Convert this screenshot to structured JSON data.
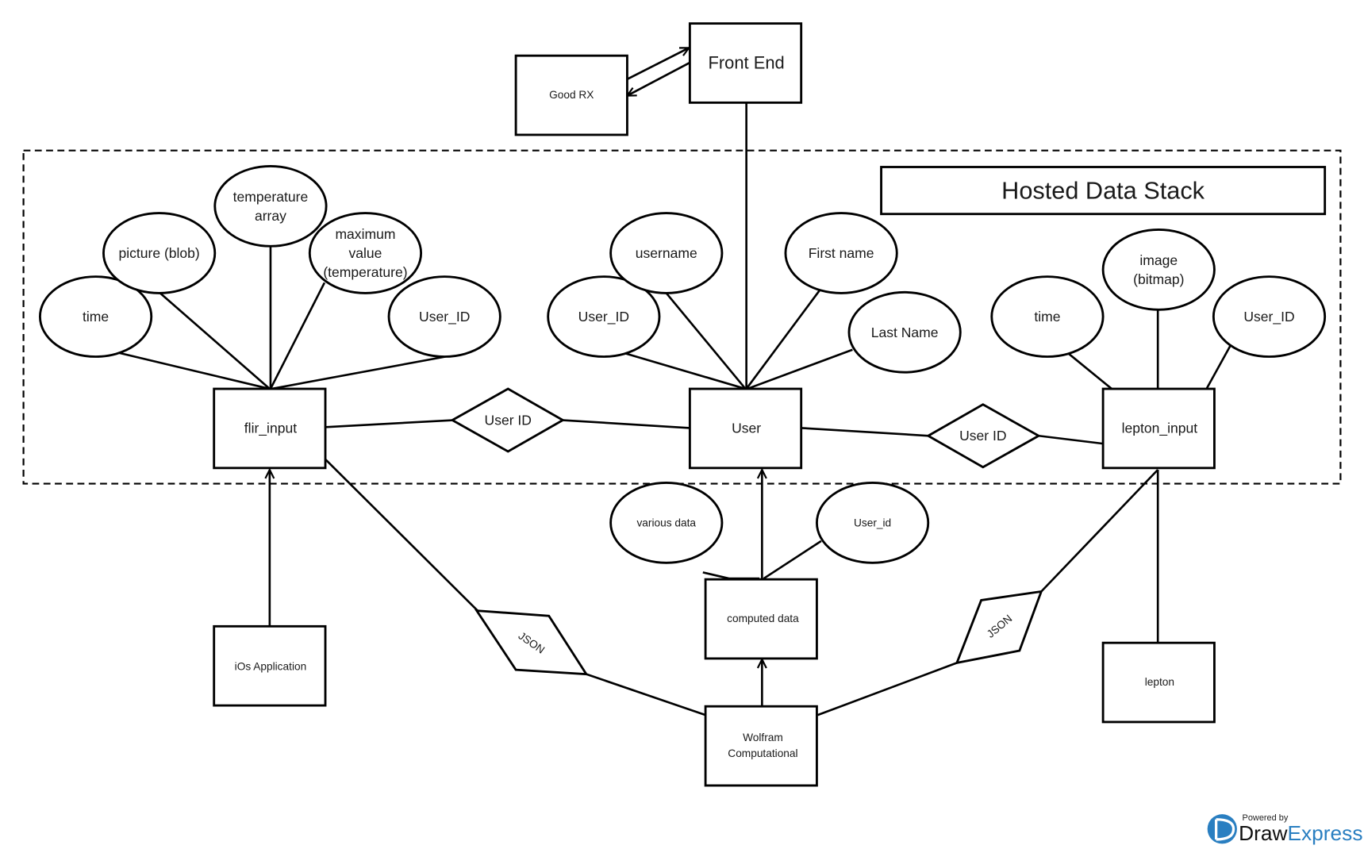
{
  "diagram": {
    "title": "Hosted Data Stack",
    "accent_color": "#2a7fc1",
    "entities": {
      "front_end": "Front End",
      "good_rx": "Good RX",
      "flir_input": "flir_input",
      "user": "User",
      "lepton_input": "lepton_input",
      "ios_application": "iOs Application",
      "computed_data": "computed data",
      "wolfram": [
        "Wolfram",
        "Computational"
      ],
      "lepton": "lepton"
    },
    "attributes": {
      "flir_time": "time",
      "flir_picture": "picture (blob)",
      "flir_temperature_array": [
        "temperature",
        "array"
      ],
      "flir_max_value": [
        "maximum",
        "value",
        "(temperature)"
      ],
      "flir_user_id": "User_ID",
      "user_user_id": "User_ID",
      "user_username": "username",
      "user_first_name": "First name",
      "user_last_name": "Last Name",
      "lepton_time": "time",
      "lepton_image": [
        "image",
        "(bitmap)"
      ],
      "lepton_user_id": "User_ID",
      "computed_various_data": "various data",
      "computed_user_id": "User_id"
    },
    "relationships": {
      "flir_user": "User ID",
      "user_lepton": "User ID",
      "json_left": "JSON",
      "json_right": "JSON"
    }
  },
  "watermark": {
    "powered_by": "Powered by",
    "brand_part1": "Draw",
    "brand_part2": "Express"
  }
}
